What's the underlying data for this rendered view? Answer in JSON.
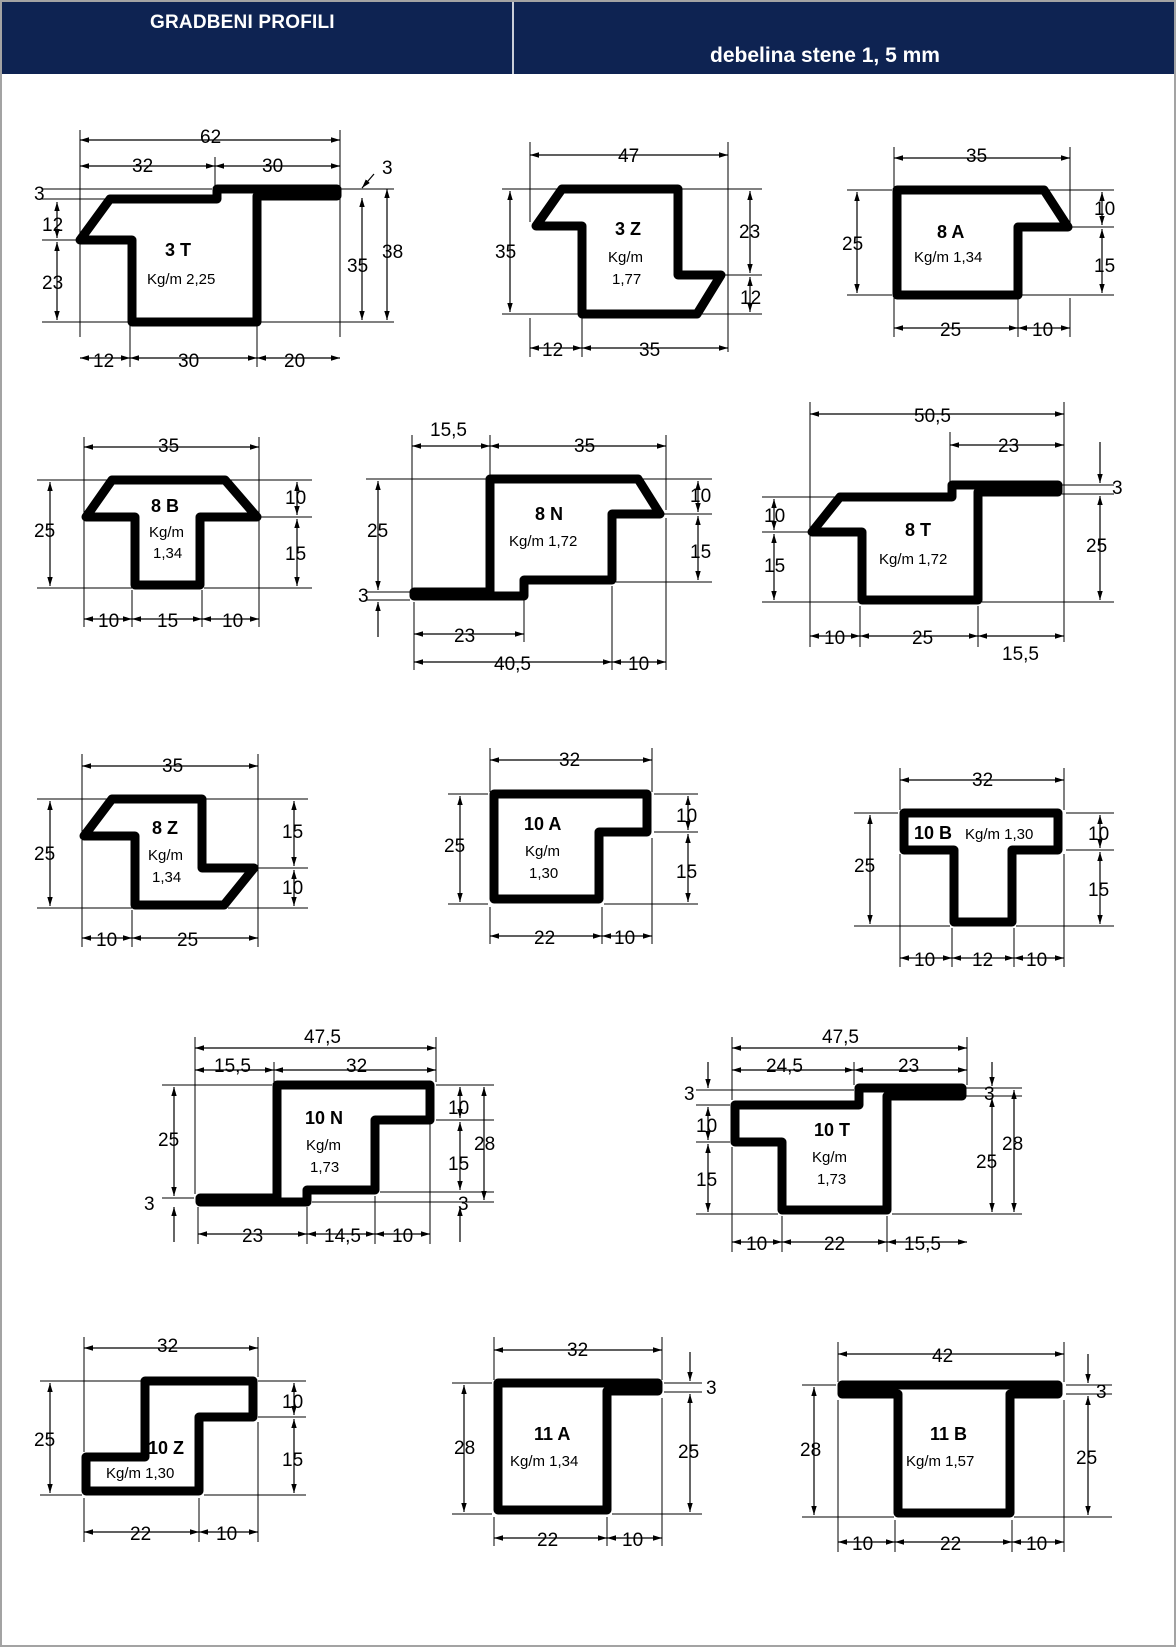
{
  "header": {
    "title": "GRADBENI PROFILI",
    "subtitle": "debelina stene 1, 5 mm"
  },
  "colors": {
    "header_bg": "#0e2352",
    "header_text": "#ffffff",
    "border": "#a3a3a3",
    "ink": "#000000"
  },
  "profiles": [
    {
      "code": "3 T",
      "weight_label": "Kg/m 2,25",
      "dims": [
        "62",
        "32",
        "30",
        "3",
        "3",
        "12",
        "23",
        "35",
        "38",
        "12",
        "30",
        "20"
      ]
    },
    {
      "code": "3 Z",
      "weight_label": "Kg/m",
      "weight_value": "1,77",
      "dims": [
        "47",
        "35",
        "23",
        "12",
        "12",
        "35"
      ]
    },
    {
      "code": "8 A",
      "weight_label": "Kg/m 1,34",
      "dims": [
        "35",
        "25",
        "10",
        "15",
        "25",
        "10"
      ]
    },
    {
      "code": "8 B",
      "weight_label": "Kg/m",
      "weight_value": "1,34",
      "dims": [
        "35",
        "25",
        "10",
        "15",
        "10",
        "15",
        "10"
      ]
    },
    {
      "code": "8 N",
      "weight_label": "Kg/m 1,72",
      "dims": [
        "15,5",
        "35",
        "25",
        "3",
        "10",
        "15",
        "23",
        "40,5",
        "10"
      ]
    },
    {
      "code": "8 T",
      "weight_label": "Kg/m 1,72",
      "dims": [
        "50,5",
        "23",
        "3",
        "10",
        "15",
        "25",
        "10",
        "25",
        "15,5"
      ]
    },
    {
      "code": "8 Z",
      "weight_label": "Kg/m",
      "weight_value": "1,34",
      "dims": [
        "35",
        "25",
        "15",
        "10",
        "10",
        "25"
      ]
    },
    {
      "code": "10 A",
      "weight_label": "Kg/m",
      "weight_value": "1,30",
      "dims": [
        "32",
        "25",
        "10",
        "15",
        "22",
        "10"
      ]
    },
    {
      "code": "10 B",
      "weight_label": "Kg/m 1,30",
      "dims": [
        "32",
        "25",
        "10",
        "15",
        "10",
        "12",
        "10"
      ]
    },
    {
      "code": "10 N",
      "weight_label": "Kg/m",
      "weight_value": "1,73",
      "dims": [
        "47,5",
        "15,5",
        "32",
        "25",
        "3",
        "10",
        "15",
        "28",
        "3",
        "23",
        "14,5",
        "10"
      ]
    },
    {
      "code": "10 T",
      "weight_label": "Kg/m",
      "weight_value": "1,73",
      "dims": [
        "47,5",
        "24,5",
        "23",
        "3",
        "10",
        "15",
        "3",
        "25",
        "28",
        "10",
        "22",
        "15,5"
      ]
    },
    {
      "code": "10 Z",
      "weight_label": "Kg/m 1,30",
      "dims": [
        "32",
        "25",
        "10",
        "15",
        "22",
        "10"
      ]
    },
    {
      "code": "11 A",
      "weight_label": "Kg/m 1,34",
      "dims": [
        "32",
        "28",
        "3",
        "25",
        "22",
        "10"
      ]
    },
    {
      "code": "11 B",
      "weight_label": "Kg/m 1,57",
      "dims": [
        "42",
        "28",
        "3",
        "25",
        "10",
        "22",
        "10"
      ]
    }
  ]
}
